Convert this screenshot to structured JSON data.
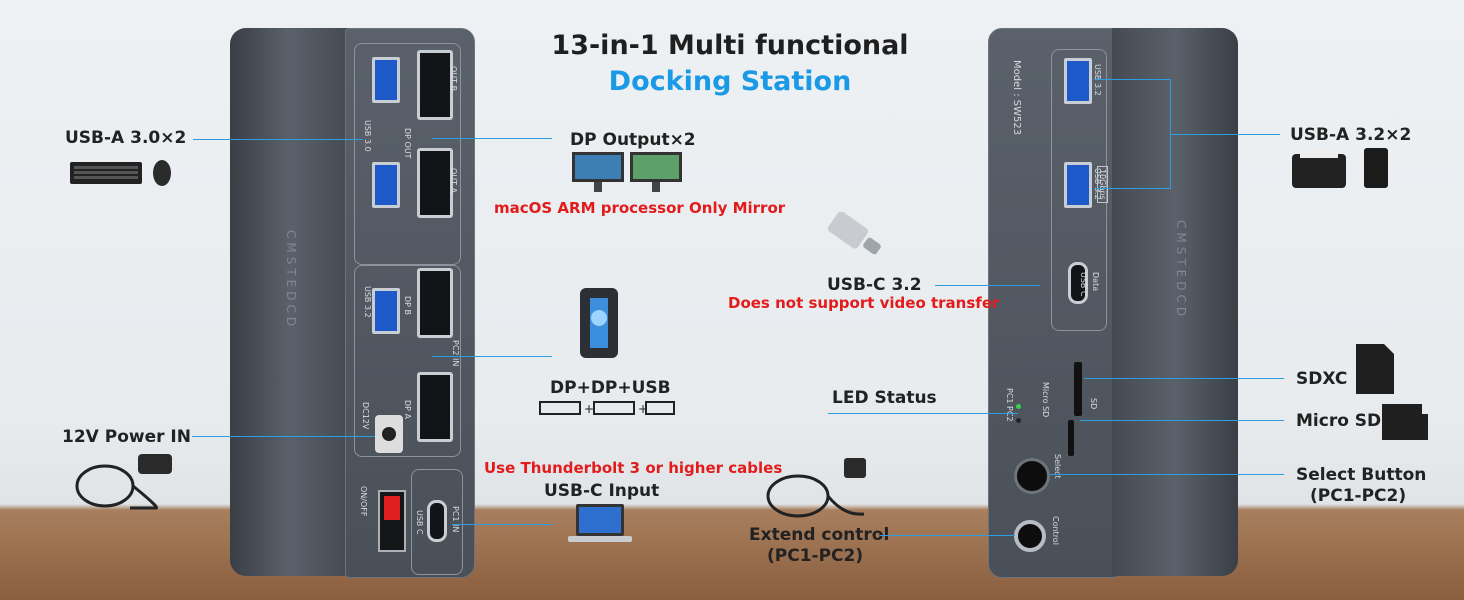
{
  "header": {
    "title_line1": "13-in-1 Multi functional",
    "title_line2": "Docking Station",
    "accent_color": "#1a9ae6",
    "warning_color": "#e21b1b"
  },
  "left_labels": {
    "usb_a_30": "USB-A 3.0×2",
    "power_in": "12V Power IN"
  },
  "center_labels": {
    "dp_output": "DP Output×2",
    "dp_note": "macOS ARM processor Only Mirror",
    "pc2_input": "DP+DP+USB",
    "thunderbolt_note": "Use Thunderbolt 3 or higher cables",
    "usbc_input": "USB-C Input",
    "usbc_32": "USB-C 3.2",
    "usbc_32_note": "Does not support video transfer",
    "led_status": "LED Status",
    "extend_control_line1": "Extend control",
    "extend_control_line2": "(PC1-PC2)"
  },
  "right_labels": {
    "usb_a_32": "USB-A 3.2×2",
    "sdxc": "SDXC",
    "micro_sd": "Micro SD",
    "select_button_line1": "Select Button",
    "select_button_line2": "(PC1-PC2)"
  },
  "left_device": {
    "brand": "CMSTEDCD",
    "port_usb30": "USB 3.0",
    "port_out_b": "OUT B",
    "port_out_a": "OUT A",
    "port_dp_out": "DP OUT",
    "port_usb32": "USB 3.2",
    "port_dp_b": "DP B",
    "port_dp_a": "DP A",
    "port_pc2_in": "PC2 IN",
    "port_dc12v": "DC12V",
    "port_onoff": "ON/OFF",
    "port_usbc": "USB C",
    "port_pc1_in": "PC1 IN"
  },
  "right_device": {
    "brand": "CMSTEDCD",
    "model": "Model : SW523",
    "port_usb32_a": "USB 3.2",
    "port_usb32_b": "USB 3.2",
    "port_10gbps": "10Gbps",
    "port_usbc": "USB C",
    "port_data": "Data",
    "port_sd": "SD",
    "port_micro_sd": "Micro SD",
    "port_pc1_pc2": "PC1 PC2",
    "port_select": "Select",
    "port_control": "Control"
  },
  "icons": {
    "keyboard_mouse": "keyboard-mouse-icon",
    "power_adapter": "power-adapter-icon",
    "monitors": "dual-monitor-icon",
    "pc_tower": "pc-tower-icon",
    "dp_cables": "dp-cable-icon",
    "laptop": "laptop-icon",
    "usb_drive": "usb-drive-icon",
    "extend_cable": "extend-cable-icon",
    "printer_drive": "printer-drive-icon",
    "sd_card": "sd-card-icon",
    "micro_sd_card": "micro-sd-icon"
  }
}
